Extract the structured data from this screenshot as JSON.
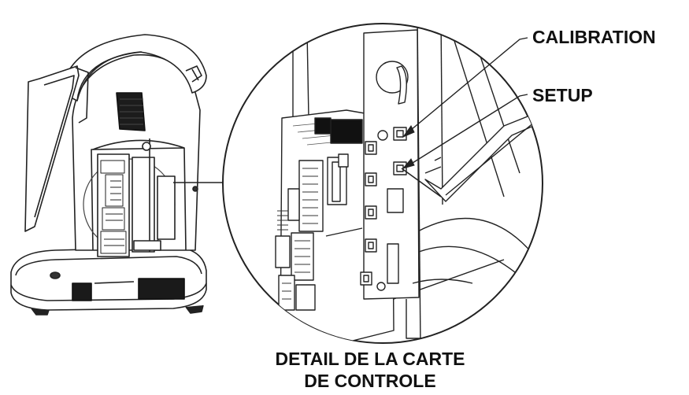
{
  "callouts": {
    "calibration": "CALIBRATION",
    "setup": "SETUP"
  },
  "caption": {
    "line1": "DETAIL DE LA CARTE",
    "line2": "DE CONTROLE"
  }
}
